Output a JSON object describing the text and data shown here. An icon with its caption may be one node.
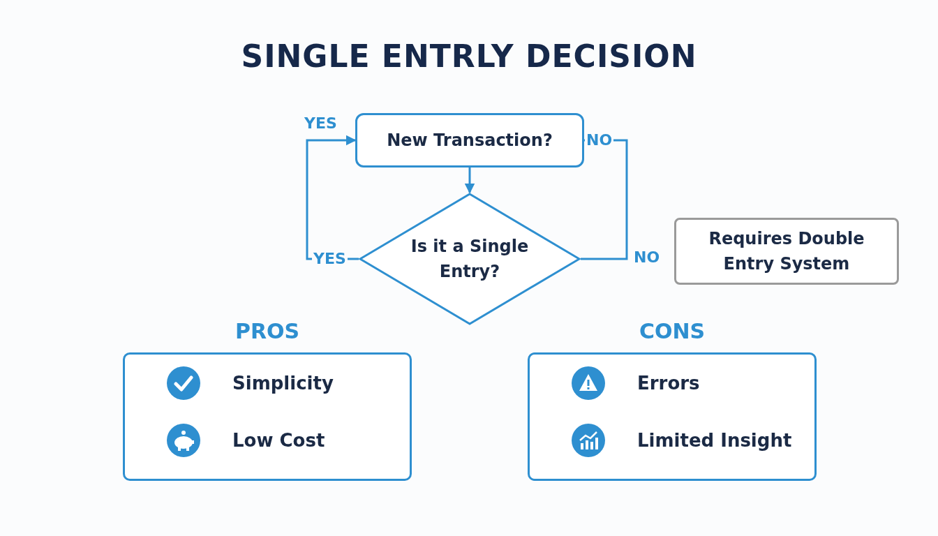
{
  "diagram": {
    "title": "SINGLE ENTRLY DECISION",
    "nodes": [
      {
        "text": [
          "New Transaction?"
        ]
      },
      {
        "text": [
          "Is it a Single Entry?"
        ]
      },
      {
        "text": [
          "Requires Double Entry System"
        ]
      },
      {
        "text": [
          "PROS",
          "Simplicity",
          "Low Cost"
        ]
      },
      {
        "text": [
          "CONS",
          "Errors",
          "Limited Insight"
        ]
      }
    ],
    "edges": [
      {
        "from": 0,
        "to": 1,
        "arrow": "to"
      },
      {
        "from": 1,
        "to": 0,
        "arrow": "to",
        "label": "YES"
      },
      {
        "from": 0,
        "to": 1,
        "arrow": "none",
        "label": "NO"
      }
    ],
    "labels": [
      "YES",
      "NO"
    ]
  }
}
